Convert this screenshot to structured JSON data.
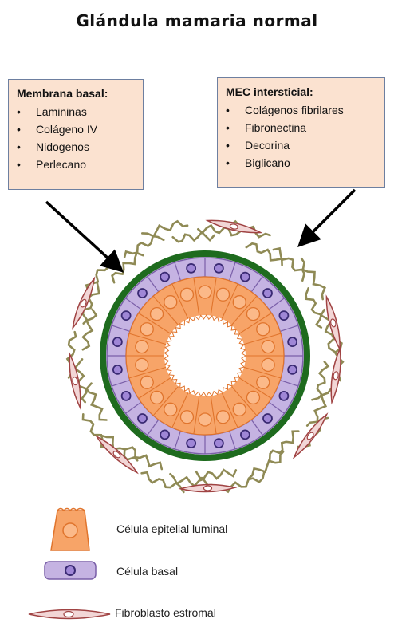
{
  "title": "Glándula mamaria normal",
  "basement_membrane": {
    "heading": "Membrana basal:",
    "items": [
      "Lamininas",
      "Colágeno IV",
      "Nidogenos",
      "Perlecano"
    ]
  },
  "interstitial_ecm": {
    "heading": "MEC intersticial:",
    "items": [
      "Colágenos fibrilares",
      "Fibronectina",
      "Decorina",
      "Biglicano"
    ]
  },
  "legend": {
    "luminal": "Célula epitelial luminal",
    "basal": "Célula basal",
    "fibroblast": "Fibroblasto estromal"
  },
  "colors": {
    "luminal_cell": "#f7a468",
    "luminal_edge": "#e0742c",
    "basal_cell": "#c5b3e2",
    "basal_edge": "#7a5fa8",
    "basement_membrane": "#1e6b1e",
    "collagen_fiber": "#8f8a55",
    "fibroblast": "#f2d6d6",
    "fibroblast_edge": "#a04343",
    "box_fill": "#fbe2d0"
  }
}
